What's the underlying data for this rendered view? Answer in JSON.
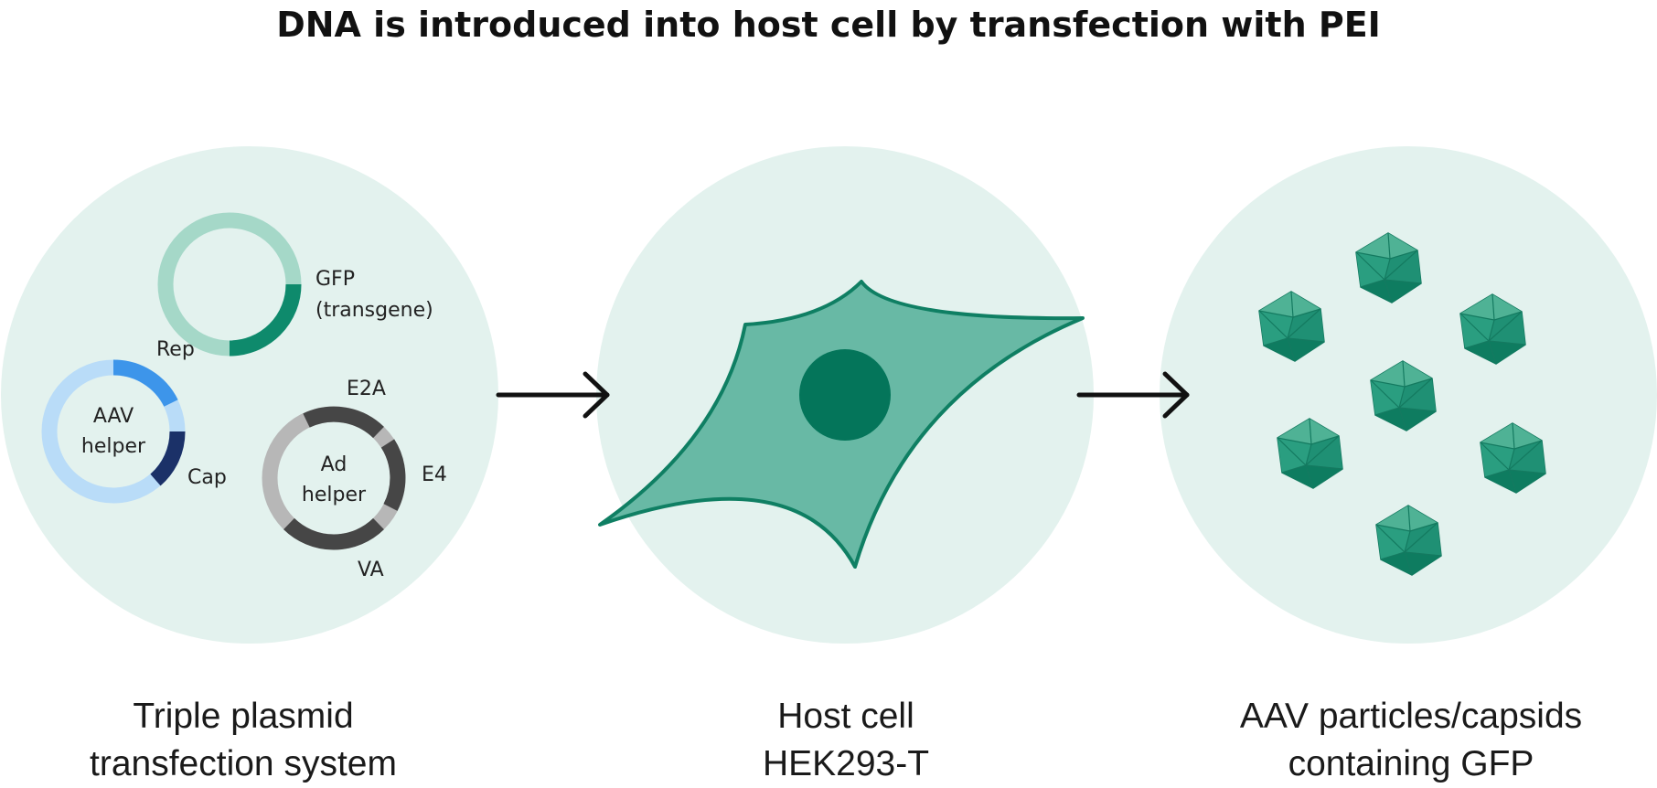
{
  "title": "DNA is introduced into host cell by transfection with PEI",
  "panels": [
    {
      "caption_line1": "Triple plasmid",
      "caption_line2": "transfection system"
    },
    {
      "caption_line1": "Host cell",
      "caption_line2": "HEK293-T"
    },
    {
      "caption_line1": "AAV particles/capsids",
      "caption_line2": "containing GFP"
    }
  ],
  "plasmids": {
    "transgene": {
      "label_line1": "GFP",
      "label_line2": "(transgene)"
    },
    "aav_helper": {
      "center_line1": "AAV",
      "center_line2": "helper",
      "rep_label": "Rep",
      "cap_label": "Cap"
    },
    "ad_helper": {
      "center_line1": "Ad",
      "center_line2": "helper",
      "e2a_label": "E2A",
      "e4_label": "E4",
      "va_label": "VA"
    }
  },
  "colors": {
    "panel_bg": "#e3f2ee",
    "gfp_ring_light": "#a5d8c8",
    "gfp_ring_dark": "#0e8a6c",
    "aav_ring_light": "#b9dcf8",
    "aav_rep": "#3d95ea",
    "aav_cap": "#1b3168",
    "ad_ring_light": "#b7b7b7",
    "ad_ring_dark": "#464646",
    "cell_fill": "#68b9a5",
    "cell_stroke": "#0f7f63",
    "nucleus": "#04755a",
    "capsid": "#239b7c",
    "arrow": "#111111"
  },
  "icons": {
    "arrow": "right-arrow-icon",
    "capsid": "icosahedral-capsid-icon"
  }
}
